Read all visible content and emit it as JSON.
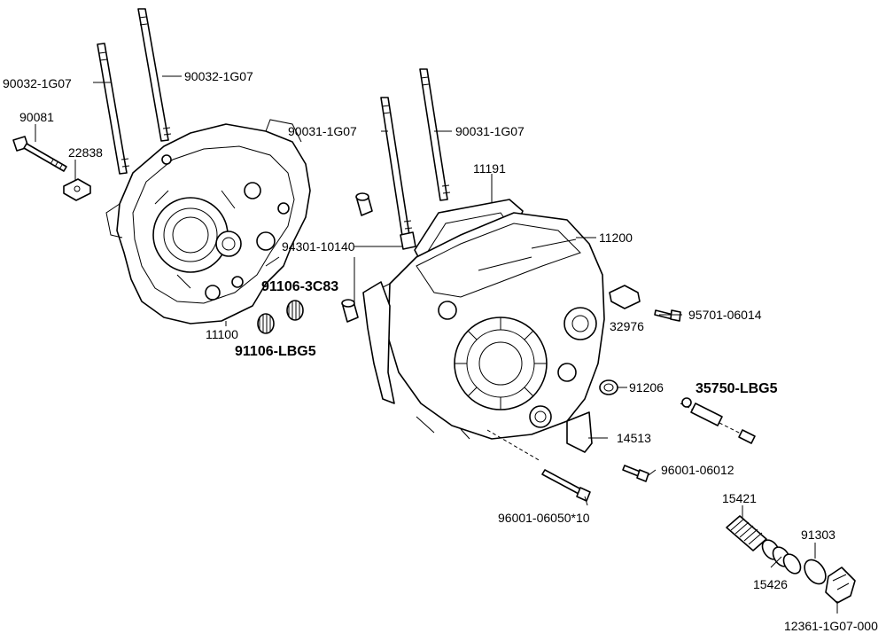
{
  "labels": {
    "stud_left_a": "90032-1G07",
    "stud_left_b": "90032-1G07",
    "bolt_90081": "90081",
    "clamp_22838": "22838",
    "stud_right_a": "90031-1G07",
    "stud_right_b": "90031-1G07",
    "gasket_11191": "11191",
    "crankcase_11200": "11200",
    "dowel_94301": "94301-10140",
    "bearing_91106_3c83": "91106-3C83",
    "crankcase_11100": "11100",
    "bearing_91106_lbg5": "91106-LBG5",
    "bolt_95701": "95701-06014",
    "cover_32976": "32976",
    "seal_91206": "91206",
    "switch_35750": "35750-LBG5",
    "bracket_14513": "14513",
    "bolt_96001_06012": "96001-06012",
    "bolt_96001_06050": "96001-06050*10",
    "strainer_15421": "15421",
    "oring_91303": "91303",
    "spring_15426": "15426",
    "plug_12361": "12361-1G07-000"
  }
}
